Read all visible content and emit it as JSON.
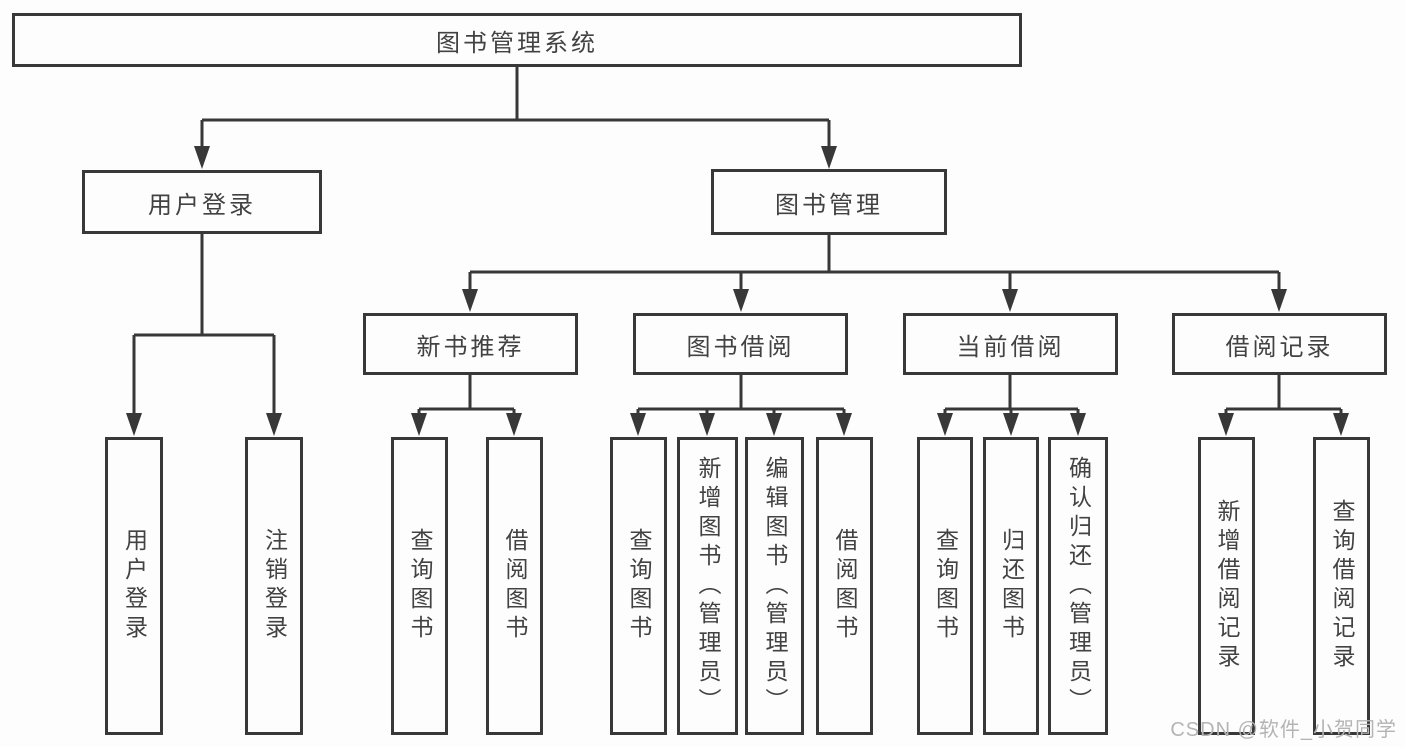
{
  "diagram": {
    "root": {
      "label": "图书管理系统"
    },
    "branches": {
      "user_login": {
        "label": "用户登录",
        "children": [
          "用户登录",
          "注销登录"
        ]
      },
      "book_management": {
        "label": "图书管理"
      },
      "new_book_recommend": {
        "label": "新书推荐",
        "children": [
          "查询图书",
          "借阅图书"
        ]
      },
      "book_borrowing": {
        "label": "图书借阅",
        "children": [
          "查询图书",
          "新增图书（管理员）",
          "编辑图书（管理员）",
          "借阅图书"
        ]
      },
      "current_borrowing": {
        "label": "当前借阅",
        "children": [
          "查询图书",
          "归还图书",
          "确认归还（管理员）"
        ]
      },
      "borrowing_records": {
        "label": "借阅记录",
        "children": [
          "新增借阅记录",
          "查询借阅记录"
        ]
      }
    }
  },
  "watermark": {
    "text": "CSDN @软件_小贺同学"
  },
  "colors": {
    "line": "#383838",
    "box_border": "#383838",
    "text": "#424242",
    "watermark": "#b4b4b4",
    "background": "#fdfdfd"
  }
}
